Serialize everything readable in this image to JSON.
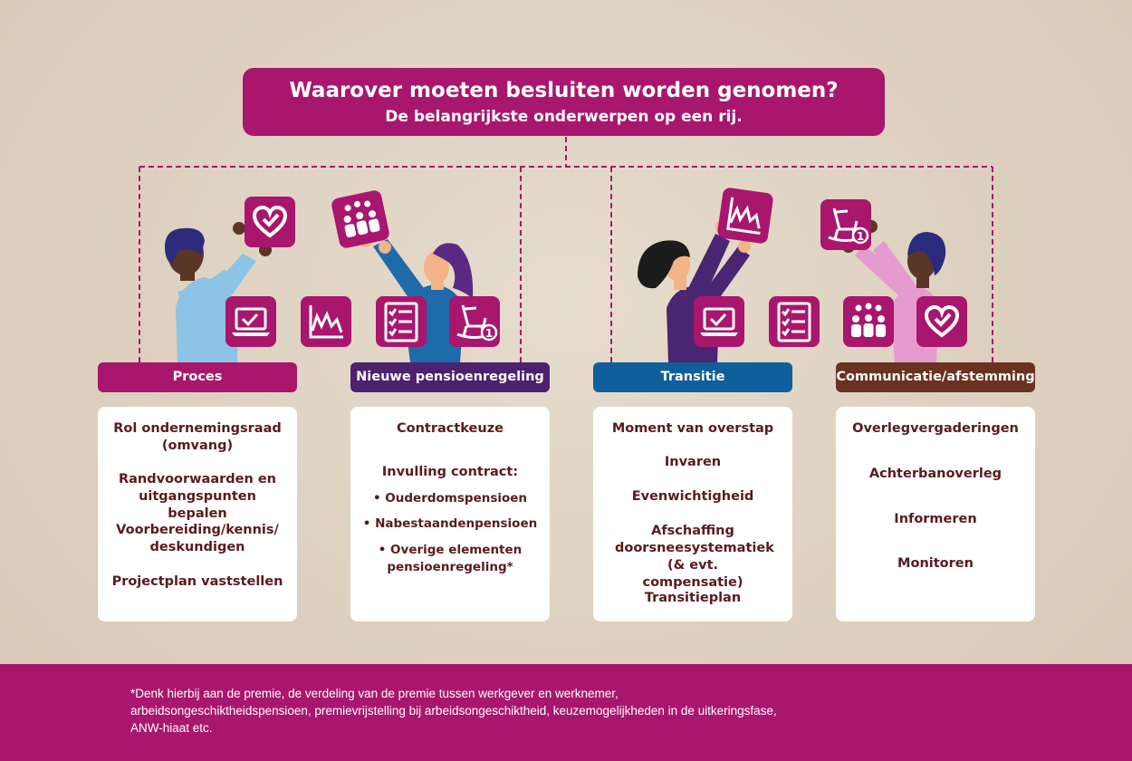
{
  "header": {
    "title": "Waarover moeten besluiten worden genomen?",
    "subtitle": "De belangrijkste onderwerpen op een rij."
  },
  "categories": [
    {
      "label": "Proces",
      "color": "#a8166e",
      "items": [
        "Rol ondernemingsraad (omvang)",
        "Randvoorwaarden en uitgangspunten bepalen",
        "Voorbereiding/kennis/ deskundigen",
        "Projectplan vaststellen"
      ]
    },
    {
      "label": "Nieuwe pensioenregeling",
      "color": "#4b2170",
      "items": [
        "Contractkeuze",
        "Invulling contract:",
        "Ouderdomspensioen",
        "Nabestaandenpensioen",
        "Overige elementen pensioenregeling*"
      ]
    },
    {
      "label": "Transitie",
      "color": "#0f5f9c",
      "items": [
        "Moment van overstap",
        "Invaren",
        "Evenwichtigheid",
        "Afschaffing doorsneesystematiek (& evt. compensatie)",
        "Transitieplan"
      ]
    },
    {
      "label": "Communicatie/afstemming",
      "color": "#6b3221",
      "items": [
        "Overlegvergaderingen",
        "Achterbanoverleg",
        "Informeren",
        "Monitoren"
      ]
    }
  ],
  "icons": [
    "heart-icon",
    "group-icon",
    "laptop-icon",
    "chart-icon",
    "checklist-icon",
    "rocking-chair-icon"
  ],
  "footnote": "*Denk hierbij aan de premie, de verdeling van de premie tussen werkgever en werknemer, arbeidsongeschiktheidspensioen, premievrijstelling bij arbeidsongeschiktheid, keuzemogelijkheden in de uitkeringsfase, ANW-hiaat etc.",
  "colors": {
    "accent": "#a8166e",
    "text": "#5a1a1f",
    "background": "#ddd0bf"
  }
}
